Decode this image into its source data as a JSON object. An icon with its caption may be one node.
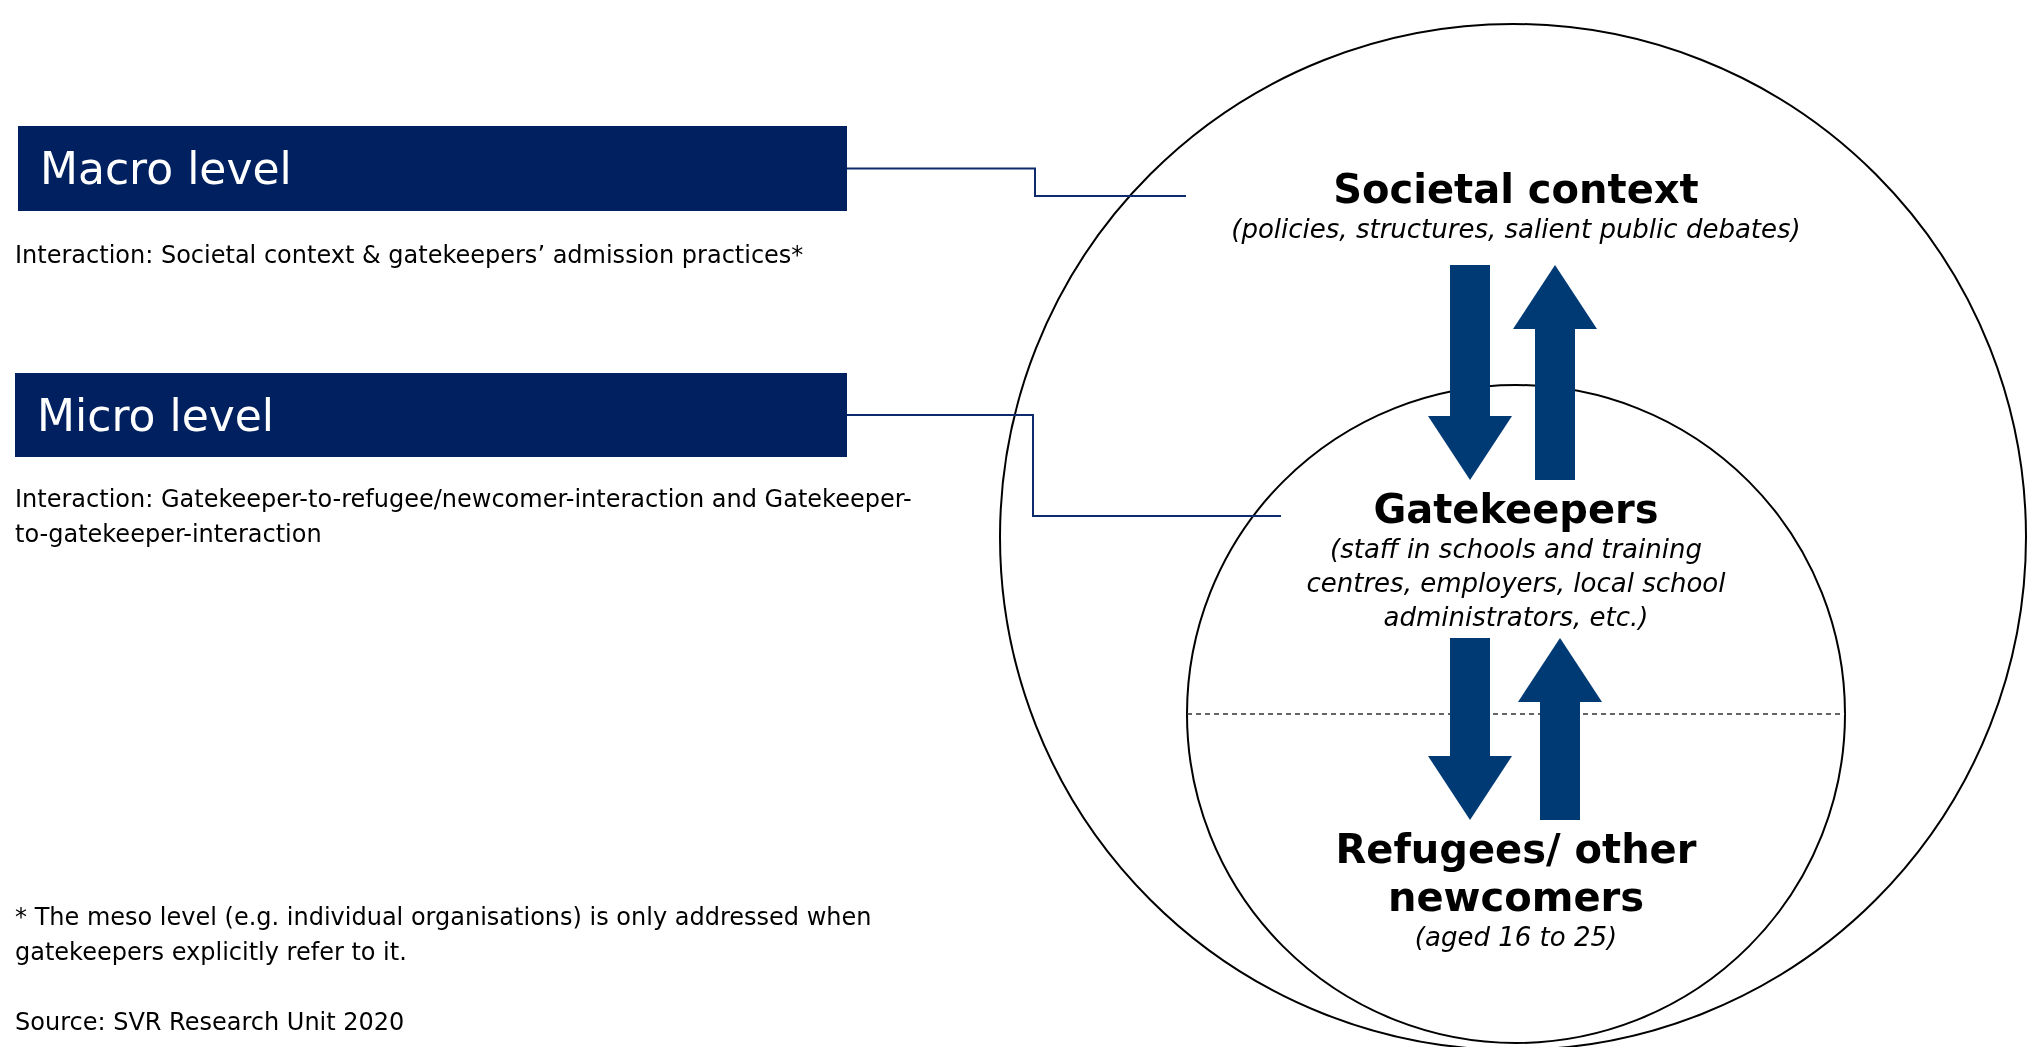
{
  "diagram": {
    "nodes": [
      {
        "text": [
          "Macro level"
        ],
        "beside": [
          "Interaction: Societal context & gatekeepers’ admission practices*"
        ]
      },
      {
        "text": [
          "Micro level"
        ],
        "beside": [
          "Interaction: Gatekeeper-to-refugee/newcomer-interaction and Gatekeeper-to-gatekeeper-interaction"
        ]
      },
      {
        "text": [],
        "shape": "circle"
      },
      {
        "text": [
          "Societal context",
          "(policies, structures, salient public debates)"
        ],
        "in": 2
      },
      {
        "text": [],
        "shape": "circle",
        "in": 2
      },
      {
        "text": [
          "Gatekeepers",
          "(staff in schools and training centres, employers, local school administrators, etc.)"
        ],
        "in": 4
      },
      {
        "text": [
          "Refugees/ other newcomers",
          "(aged 16 to 25)"
        ],
        "in": 4
      }
    ],
    "edges": [
      {
        "from": 0,
        "to": 3,
        "arrow": "none"
      },
      {
        "from": 1,
        "to": 5,
        "arrow": "none"
      },
      {
        "from": 3,
        "to": 5,
        "arrow": "to"
      },
      {
        "from": 5,
        "to": 3,
        "arrow": "to"
      },
      {
        "from": 5,
        "to": 6,
        "arrow": "to"
      },
      {
        "from": 6,
        "to": 5,
        "arrow": "to"
      }
    ],
    "labels": [
      "* The meso level (e.g. individual organisations) is only addressed when gatekeepers explicitly refer to it.",
      "Source: SVR Research Unit 2020"
    ]
  }
}
